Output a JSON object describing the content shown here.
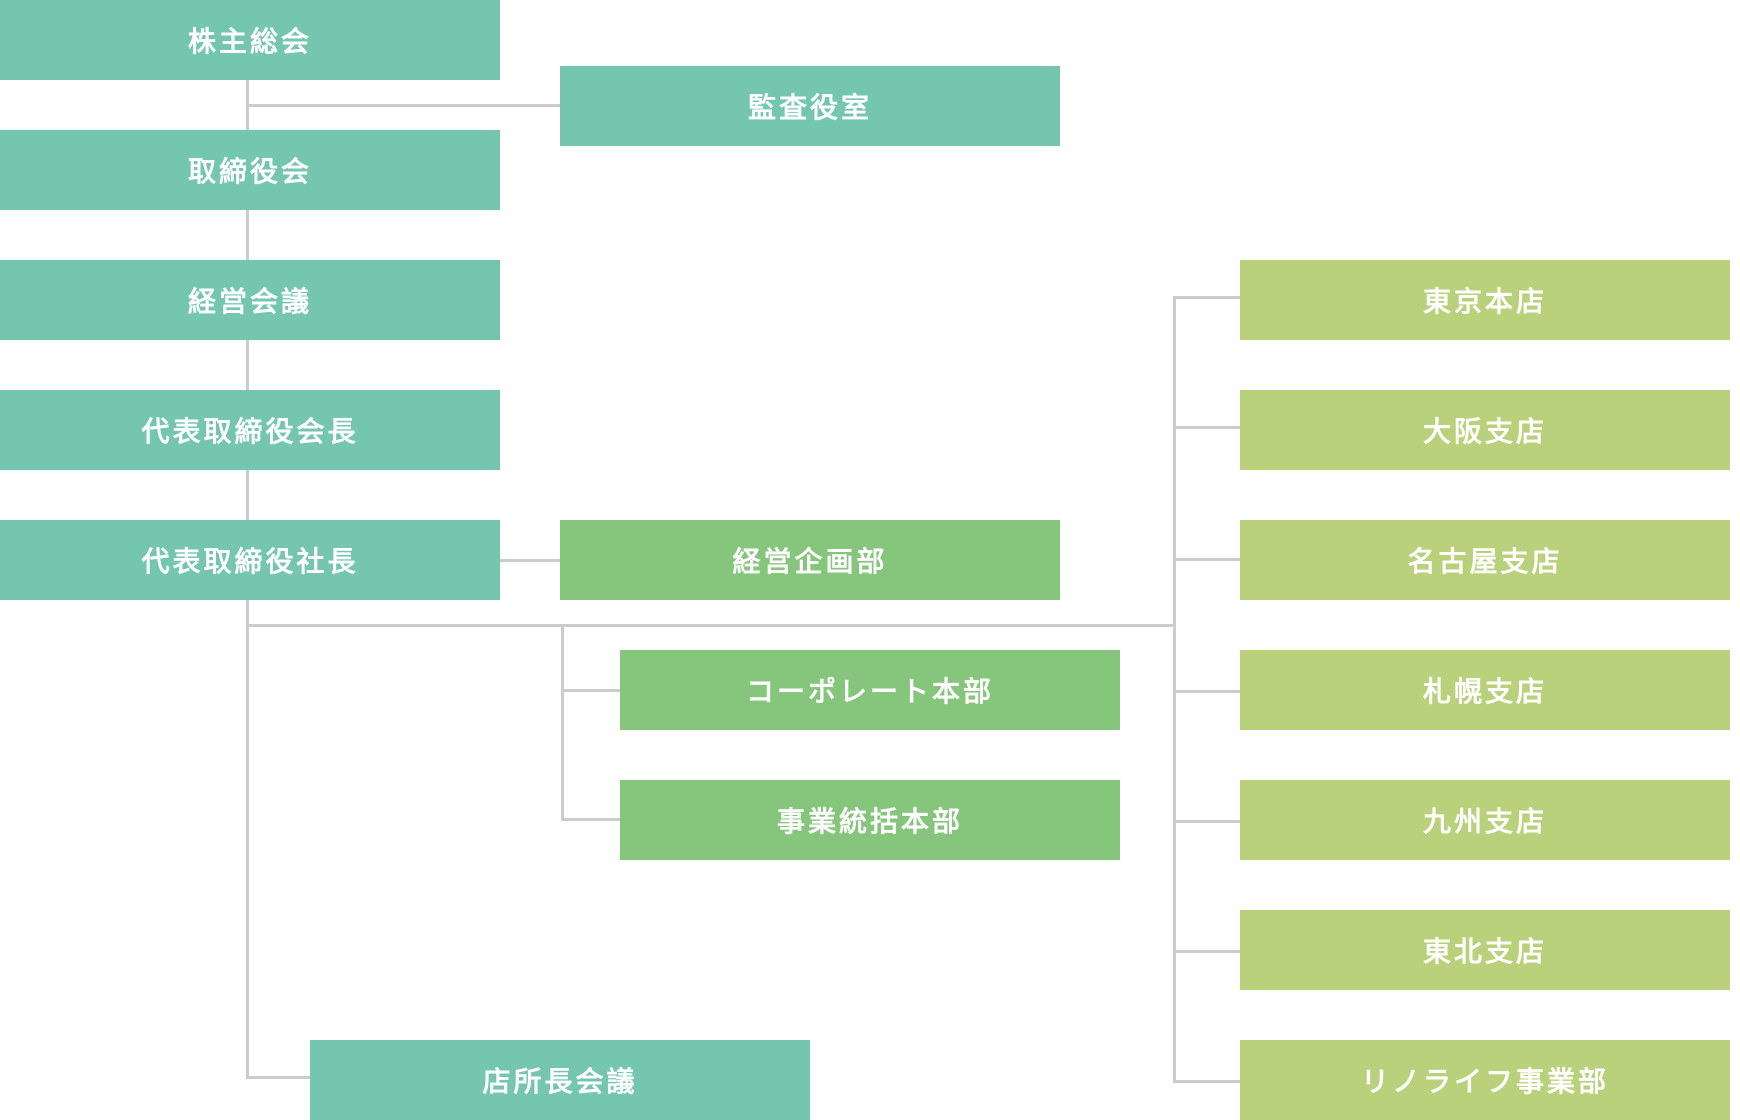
{
  "colors": {
    "governance": "#74c7ae",
    "hq_departments": "#86c67c",
    "branches": "#b9d17a",
    "connector": "#cccccc",
    "text": "#ffffff"
  },
  "governance": {
    "shareholders_meeting": "株主総会",
    "board_of_directors": "取締役会",
    "management_meeting": "経営会議",
    "chairman": "代表取締役会長",
    "president": "代表取締役社長"
  },
  "audit_office": "監査役室",
  "corporate_planning": "経営企画部",
  "headquarters": [
    "コーポレート本部",
    "事業統括本部"
  ],
  "store_managers_meeting": "店所長会議",
  "branches": [
    "東京本店",
    "大阪支店",
    "名古屋支店",
    "札幌支店",
    "九州支店",
    "東北支店",
    "リノライフ事業部"
  ]
}
